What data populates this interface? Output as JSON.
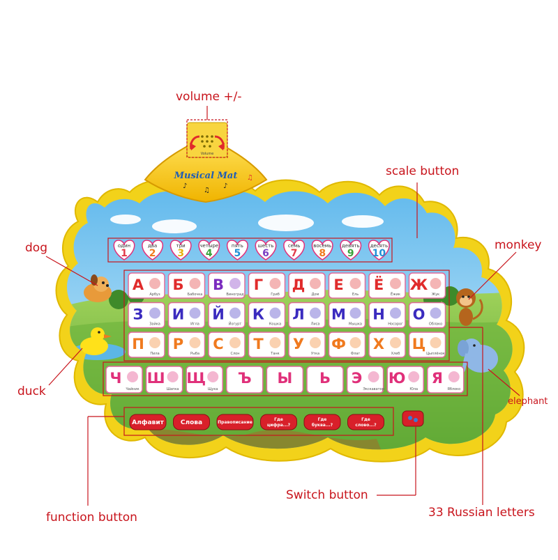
{
  "callouts": {
    "volume": "volume +/-",
    "scale": "scale button",
    "dog": "dog",
    "monkey": "monkey",
    "duck": "duck",
    "elephant": "elephant",
    "switch": "Switch button",
    "function": "function button",
    "letters": "33 Russian letters"
  },
  "mat": {
    "title": "Musical Mat",
    "volume_caption": "Volume"
  },
  "numbers": [
    {
      "word": "один",
      "digit": "1",
      "color": "#e23a4a"
    },
    {
      "word": "два",
      "digit": "2",
      "color": "#f07a1e"
    },
    {
      "word": "три",
      "digit": "3",
      "color": "#e8b10c"
    },
    {
      "word": "четыре",
      "digit": "4",
      "color": "#3aa23a"
    },
    {
      "word": "пять",
      "digit": "5",
      "color": "#1f8fd6"
    },
    {
      "word": "шесть",
      "digit": "6",
      "color": "#7a3ec2"
    },
    {
      "word": "семь",
      "digit": "7",
      "color": "#e23a4a"
    },
    {
      "word": "восемь",
      "digit": "8",
      "color": "#f07a1e"
    },
    {
      "word": "девять",
      "digit": "9",
      "color": "#3aa23a"
    },
    {
      "word": "десять",
      "digit": "10",
      "color": "#1f8fd6"
    }
  ],
  "letter_rows": [
    [
      {
        "letter": "А",
        "caption": "Арбуз",
        "color": "#e02b2b"
      },
      {
        "letter": "Б",
        "caption": "Бабочка",
        "color": "#e02b2b"
      },
      {
        "letter": "В",
        "caption": "Виноград",
        "color": "#7a2bbf"
      },
      {
        "letter": "Г",
        "caption": "Гриб",
        "color": "#e02b2b"
      },
      {
        "letter": "Д",
        "caption": "Дом",
        "color": "#e02b2b"
      },
      {
        "letter": "Е",
        "caption": "Ель",
        "color": "#e02b2b"
      },
      {
        "letter": "Ё",
        "caption": "Ёжик",
        "color": "#e02b2b"
      },
      {
        "letter": "Ж",
        "caption": "Жук",
        "color": "#e02b2b"
      }
    ],
    [
      {
        "letter": "З",
        "caption": "Зайка",
        "color": "#3a2bbf"
      },
      {
        "letter": "И",
        "caption": "Игла",
        "color": "#3a2bbf"
      },
      {
        "letter": "Й",
        "caption": "Йогурт",
        "color": "#3a2bbf"
      },
      {
        "letter": "К",
        "caption": "Кошка",
        "color": "#3a2bbf"
      },
      {
        "letter": "Л",
        "caption": "Лиса",
        "color": "#3a2bbf"
      },
      {
        "letter": "М",
        "caption": "Мышка",
        "color": "#3a2bbf"
      },
      {
        "letter": "Н",
        "caption": "Носорог",
        "color": "#3a2bbf"
      },
      {
        "letter": "О",
        "caption": "Облако",
        "color": "#3a2bbf"
      }
    ],
    [
      {
        "letter": "П",
        "caption": "Пила",
        "color": "#f07a1e"
      },
      {
        "letter": "Р",
        "caption": "Рыба",
        "color": "#f07a1e"
      },
      {
        "letter": "С",
        "caption": "Слон",
        "color": "#f07a1e"
      },
      {
        "letter": "Т",
        "caption": "Танк",
        "color": "#f07a1e"
      },
      {
        "letter": "У",
        "caption": "Утка",
        "color": "#f07a1e"
      },
      {
        "letter": "Ф",
        "caption": "Флаг",
        "color": "#f07a1e"
      },
      {
        "letter": "Х",
        "caption": "Хлеб",
        "color": "#f07a1e"
      },
      {
        "letter": "Ц",
        "caption": "Цыплёнок",
        "color": "#f07a1e"
      }
    ],
    [
      {
        "letter": "Ч",
        "caption": "Чайник",
        "color": "#e0307a"
      },
      {
        "letter": "Ш",
        "caption": "Шапка",
        "color": "#e0307a"
      },
      {
        "letter": "Щ",
        "caption": "Щука",
        "color": "#e0307a"
      },
      {
        "letter": "Ъ",
        "caption": "",
        "color": "#e0307a"
      },
      {
        "letter": "Ы",
        "caption": "",
        "color": "#e0307a"
      },
      {
        "letter": "Ь",
        "caption": "",
        "color": "#e0307a"
      },
      {
        "letter": "Э",
        "caption": "Экскаватор",
        "color": "#e0307a"
      },
      {
        "letter": "Ю",
        "caption": "Юла",
        "color": "#e0307a"
      },
      {
        "letter": "Я",
        "caption": "Яблоко",
        "color": "#e0307a"
      }
    ]
  ],
  "function_buttons": [
    {
      "label": "Алфавит",
      "small": false
    },
    {
      "label": "Слова",
      "small": false
    },
    {
      "label": "Правописание",
      "small": true
    },
    {
      "label": "Где цифра...?",
      "small": true
    },
    {
      "label": "Где буква...?",
      "small": true
    },
    {
      "label": "Где слово...?",
      "small": true
    }
  ],
  "colors": {
    "callout": "#c8141c",
    "mat_border": "#f2d21a",
    "sky": "#8fd0f2",
    "grass": "#7cc242",
    "function_button": "#d8202a"
  }
}
